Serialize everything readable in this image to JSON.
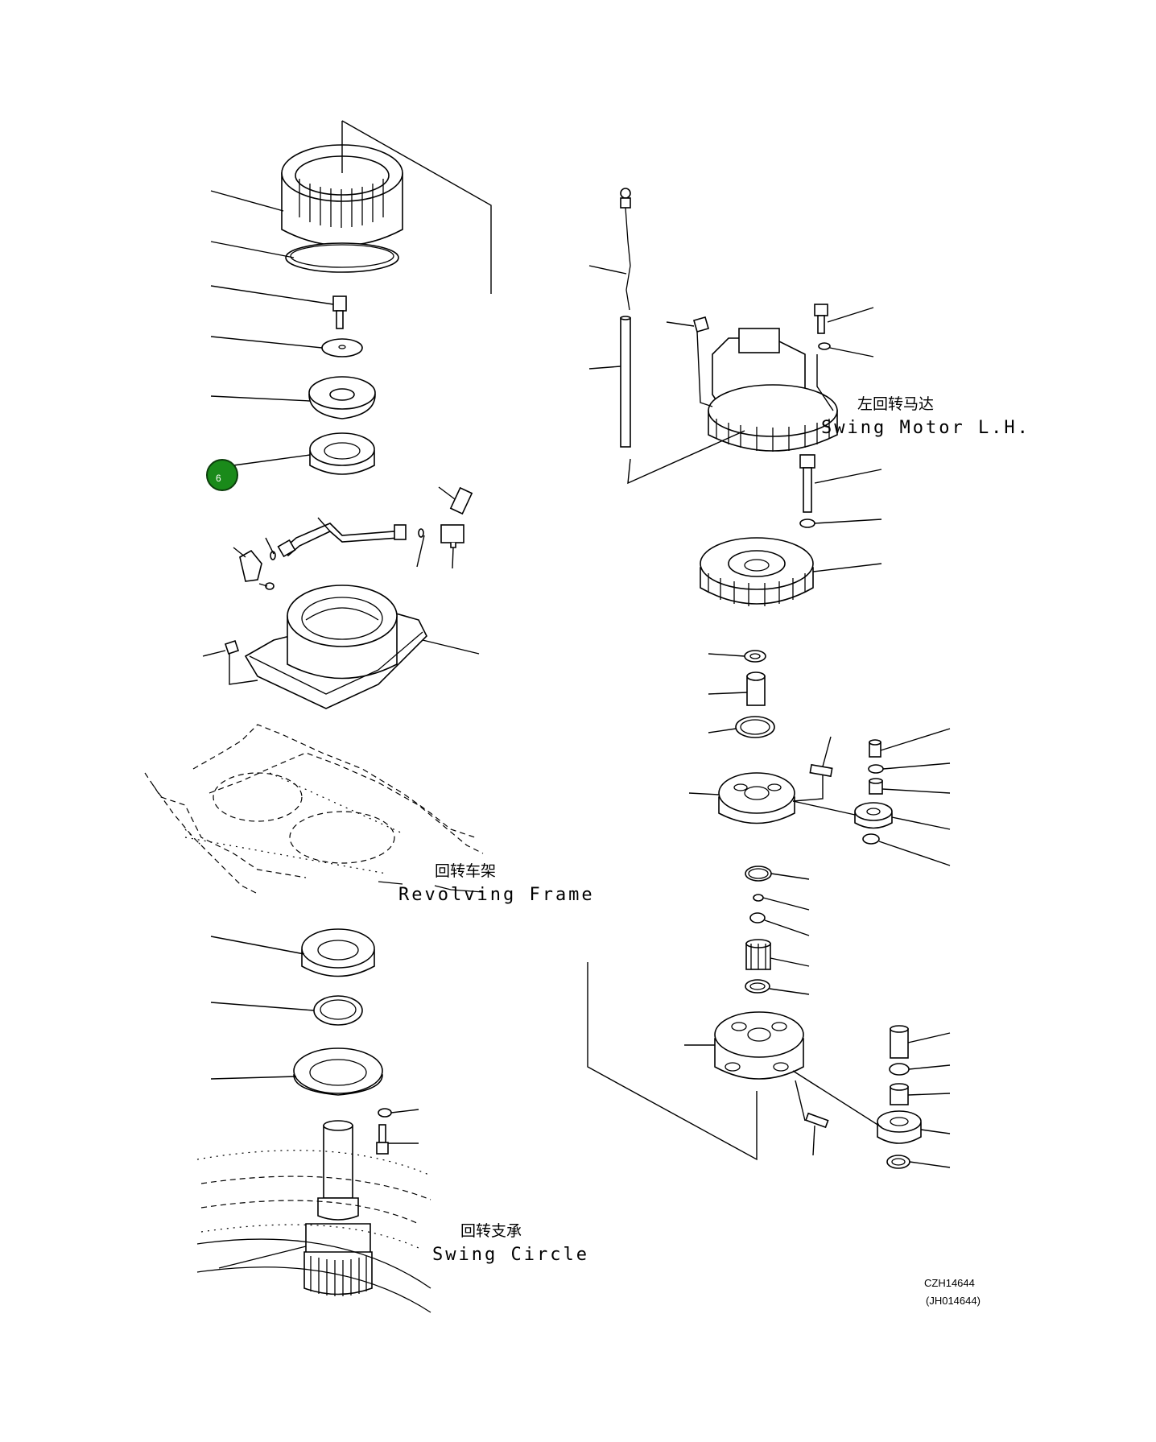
{
  "labels": {
    "swing_motor_cn": "左回转马达",
    "swing_motor_en": "Swing Motor L.H.",
    "revolving_frame_cn": "回转车架",
    "revolving_frame_en": "Revolving Frame",
    "swing_circle_cn": "回转支承",
    "swing_circle_en": "Swing Circle"
  },
  "callout": {
    "number": "6",
    "color": "#1a8a1a"
  },
  "drawing_codes": {
    "primary": "CZH14644",
    "secondary": "(JH014644)"
  }
}
